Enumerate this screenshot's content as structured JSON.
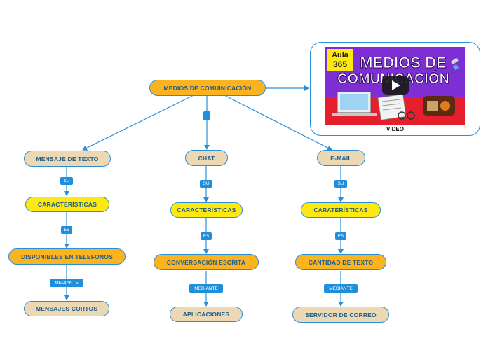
{
  "center": {
    "label": "MEDIOS DE COMUINICACIÓN"
  },
  "video": {
    "label": "VIDEO",
    "thumbnail": {
      "brand_line1": "Aula",
      "brand_line2": "365",
      "title_line1": "MEDIOS DE",
      "title_line2": "COMUNICACIÓN"
    }
  },
  "branches": [
    {
      "title": "MENSAJE DE TEXTO",
      "link1": "SU",
      "node1": "CARACTERÍSTICAS",
      "link2": "ES",
      "node2": "DISPONIBLES EN TELEFONOS",
      "link3": "MEDIANTE",
      "node3": "MENSAJES CORTOS"
    },
    {
      "title": "CHAT",
      "link1": "SU",
      "node1": "CARACTERÍSTICAS",
      "link2": "ES",
      "node2": "CONVERSACIÓN ESCRITA",
      "link3": "MEDIANTE",
      "node3": "APLICACIONES"
    },
    {
      "title": "E-MAIL",
      "link1": "SU",
      "node1": "CARATERÍSTICAS",
      "link2": "ES",
      "node2": "CANTIDAD DE TEXTO",
      "link3": "MEDIANTE",
      "node3": "SERVIDOR DE CORREO"
    }
  ],
  "colors": {
    "link": "#2a8fd6",
    "tag": "#1f8fdc",
    "tan": "#ecd9b4",
    "yellow": "#fde810",
    "orange": "#fbb31f",
    "text": "#1d5c8c"
  }
}
